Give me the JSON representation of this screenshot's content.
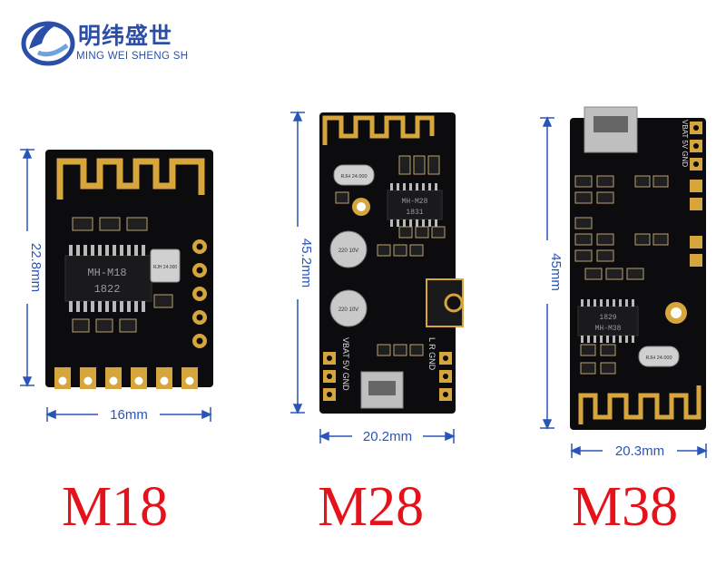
{
  "brand": {
    "name_cn": "明纬盛世",
    "name_en": "MING WEI SHENG SH",
    "logo_icon": "swirl-logo-icon"
  },
  "modules": [
    {
      "model": "M18",
      "chip_label": "MH-M18",
      "chip_code": "1822",
      "crystal_label": "RJH 24.000",
      "height_label": "22.8mm",
      "width_label": "16mm"
    },
    {
      "model": "M28",
      "chip_label": "MH-M28",
      "chip_code": "1831",
      "crystal_label": "RJH 24.000",
      "cap_label": "220 10V",
      "pin_labels": "VBAT 5V GND",
      "pin_labels_right": "L R GND",
      "height_label": "45.2mm",
      "width_label": "20.2mm"
    },
    {
      "model": "M38",
      "chip_label": "MH-M38",
      "chip_code": "1829",
      "crystal_label": "RJH 24.000",
      "pin_labels": "VBAT 5V GND",
      "height_label": "45mm",
      "width_label": "20.3mm"
    }
  ],
  "colors": {
    "brand": "#2b4fa8",
    "model_text": "#e5121b",
    "dimension": "#2a55b8",
    "pcb": "#0c0c0e",
    "gold": "#d6a53c"
  }
}
